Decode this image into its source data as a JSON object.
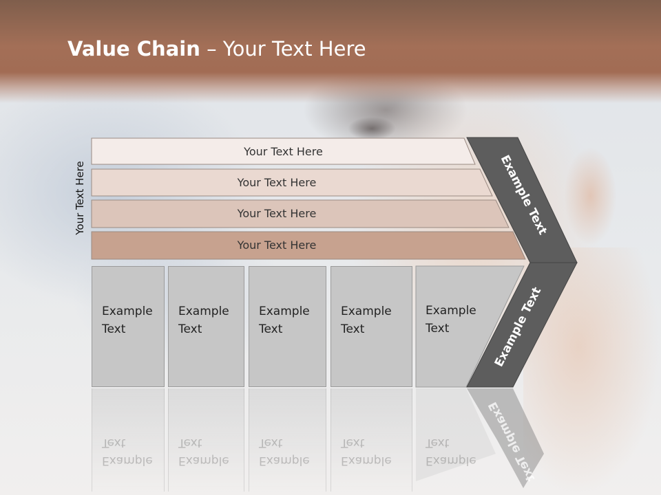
{
  "header": {
    "title_bold": "Value Chain",
    "title_rest": " – Your Text Here"
  },
  "side_label": "Your Text Here",
  "bars": [
    {
      "label": "Your Text Here",
      "color": "#f4ece9"
    },
    {
      "label": "Your Text Here",
      "color": "#ead9d1"
    },
    {
      "label": "Your Text Here",
      "color": "#dcc5ba"
    },
    {
      "label": "Your Text Here",
      "color": "#c7a28f"
    }
  ],
  "columns": [
    {
      "line1": "Example",
      "line2": "Text"
    },
    {
      "line1": "Example",
      "line2": "Text"
    },
    {
      "line1": "Example",
      "line2": "Text"
    },
    {
      "line1": "Example",
      "line2": "Text"
    },
    {
      "line1": "Example",
      "line2": "Text"
    }
  ],
  "chevron": {
    "upper_label": "Example Text",
    "lower_label": "Example Text",
    "color": "#5d5d5d"
  }
}
